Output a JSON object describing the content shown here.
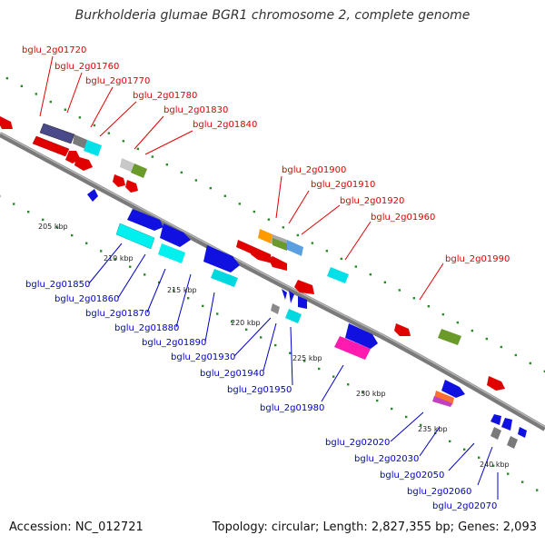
{
  "title": "Burkholderia glumae BGR1 chromosome 2, complete genome",
  "footer": {
    "accession": "Accession: NC_012721",
    "topology": "Topology: circular; Length: 2,827,355 bp; Genes: 2,093"
  },
  "colors": {
    "forward_label": "#e60000",
    "reverse_label": "#0000cc",
    "backbone": "#888888",
    "tick": "#2a8a2a"
  },
  "scale_ticks": [
    "205 kbp",
    "210 kbp",
    "215 kbp",
    "220 kbp",
    "225 kbp",
    "230 kbp",
    "235 kbp",
    "240 kbp"
  ],
  "forward_gene_labels": [
    "bglu_2g01720",
    "bglu_2g01760",
    "bglu_2g01770",
    "bglu_2g01780",
    "bglu_2g01830",
    "bglu_2g01840",
    "bglu_2g01900",
    "bglu_2g01910",
    "bglu_2g01920",
    "bglu_2g01960",
    "bglu_2g01990"
  ],
  "reverse_gene_labels": [
    "bglu_2g01850",
    "bglu_2g01860",
    "bglu_2g01870",
    "bglu_2g01880",
    "bglu_2g01890",
    "bglu_2g01930",
    "bglu_2g01940",
    "bglu_2g01950",
    "bglu_2g01980",
    "bglu_2g02020",
    "bglu_2g02030",
    "bglu_2g02050",
    "bglu_2g02060",
    "bglu_2g02070"
  ]
}
